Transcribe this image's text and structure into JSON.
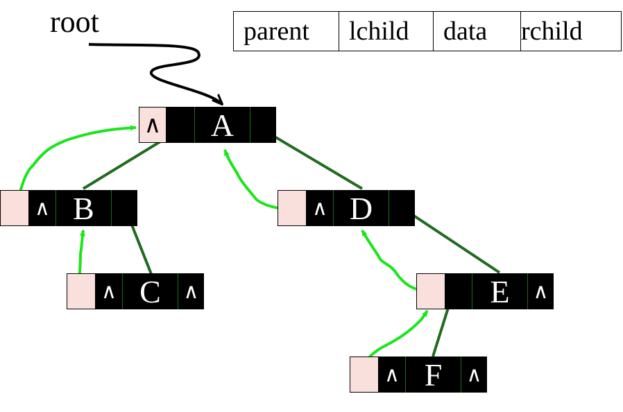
{
  "root_label": "root",
  "legend": [
    "parent",
    "lchild",
    "data",
    "rchild"
  ],
  "nodes": {
    "A": {
      "parent": "∧",
      "lchild": "",
      "data": "A",
      "rchild": ""
    },
    "B": {
      "parent": "",
      "lchild": "∧",
      "data": "B",
      "rchild": ""
    },
    "C": {
      "parent": "",
      "lchild": "∧",
      "data": "C",
      "rchild": "∧"
    },
    "D": {
      "parent": "",
      "lchild": "∧",
      "data": "D",
      "rchild": ""
    },
    "E": {
      "parent": "",
      "lchild": "",
      "data": "E",
      "rchild": "∧"
    },
    "F": {
      "parent": "",
      "lchild": "∧",
      "data": "F",
      "rchild": "∧"
    }
  },
  "colors": {
    "child_link": "#1f6b1f",
    "parent_link": "#19e619",
    "root_pointer": "#000000",
    "parent_field": "#f9e0dc",
    "node_fill": "#000000"
  }
}
